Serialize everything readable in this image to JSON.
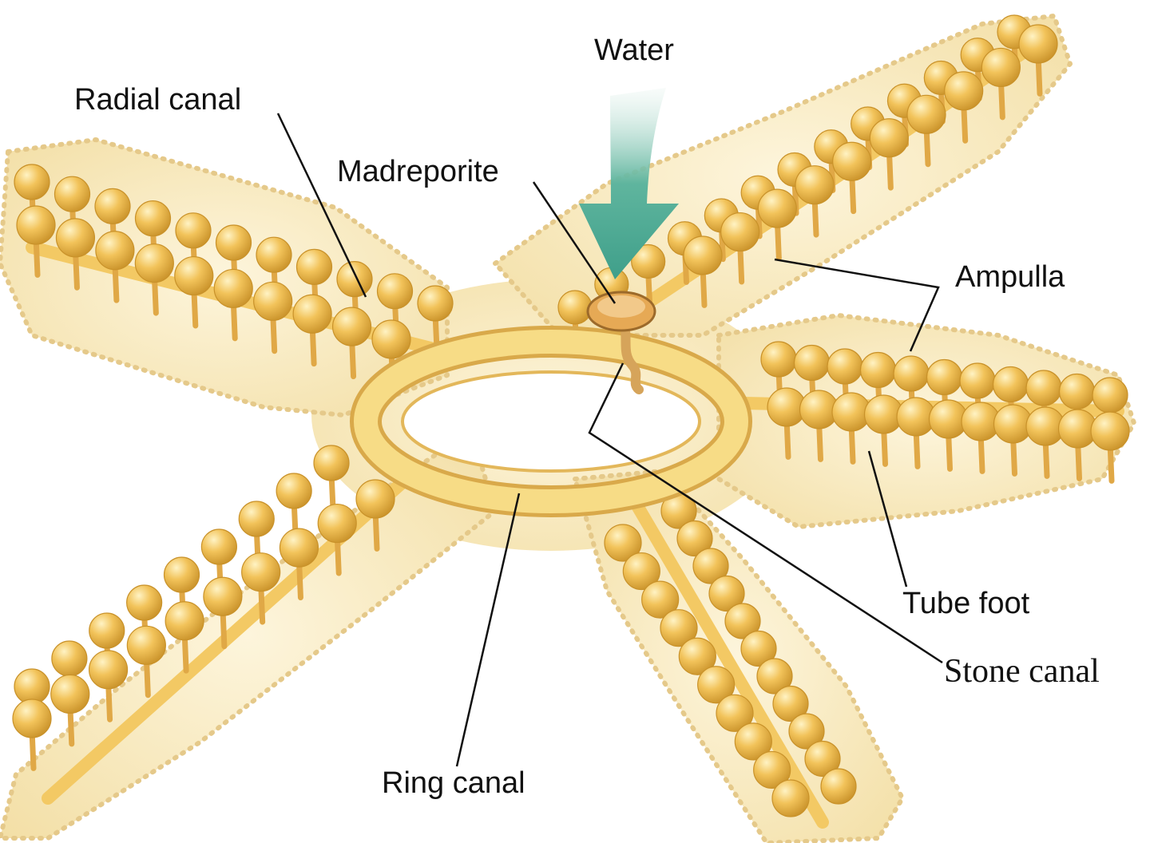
{
  "labels": {
    "water": "Water",
    "radial_canal": "Radial canal",
    "madreporite": "Madreporite",
    "ampulla": "Ampulla",
    "tube_foot": "Tube foot",
    "stone_canal": "Stone canal",
    "ring_canal": "Ring canal"
  },
  "colors": {
    "body": "#f8e9bf",
    "body_edge": "#e5c98a",
    "ampulla": "#f2c35a",
    "ampulla_highlight": "#fff3c4",
    "ampulla_shadow": "#c9922a",
    "ring_canal": "#f5d36e",
    "water_arrow": "#3f9f8a",
    "leader_line": "#111111"
  },
  "icons": [
    "water-flow-arrow"
  ]
}
